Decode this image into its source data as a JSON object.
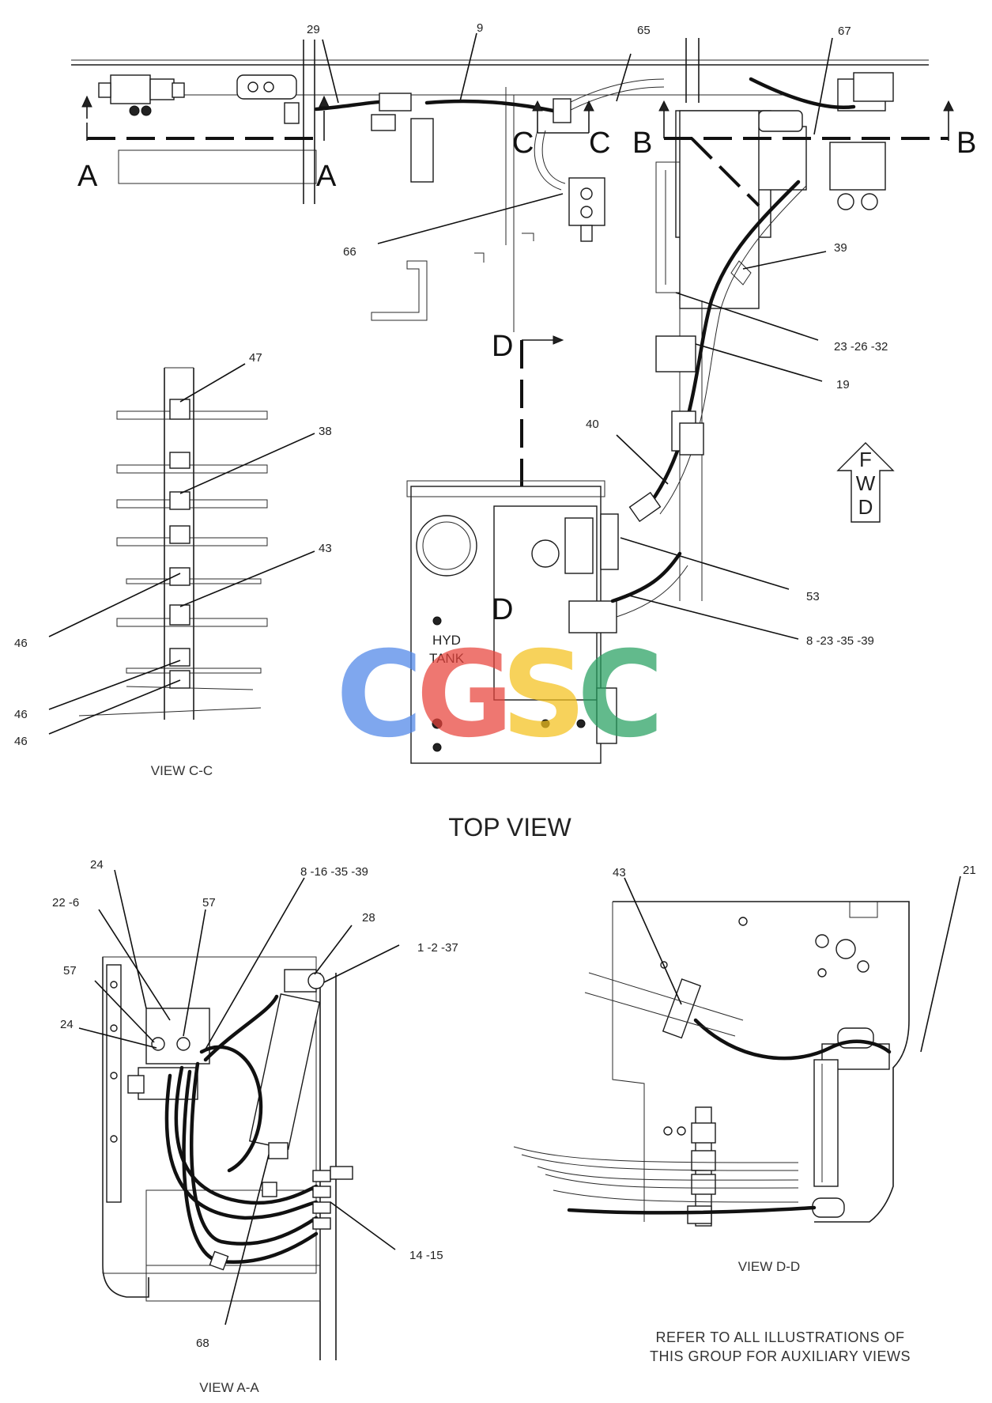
{
  "sections": {
    "a_left": "A",
    "a_right": "A",
    "c_left": "C",
    "c_right": "C",
    "b_left": "B",
    "b_right": "B",
    "d_top": "D",
    "d_bottom": "D"
  },
  "labels": {
    "top_view": "TOP VIEW",
    "view_cc": "VIEW C-C",
    "view_aa": "VIEW A-A",
    "view_dd": "VIEW D-D",
    "hyd_tank_line1": "HYD",
    "hyd_tank_line2": "TANK",
    "fwd_letters": [
      "F",
      "W",
      "D"
    ],
    "note_line1": "REFER TO ALL ILLUSTRATIONS OF",
    "note_line2": "THIS GROUP FOR AUXILIARY VIEWS"
  },
  "callouts": {
    "top": [
      "29",
      "9",
      "65",
      "67",
      "66",
      "39",
      "23 -26 -32",
      "19",
      "40",
      "53",
      "8 -23 -35 -39"
    ],
    "view_cc": [
      "47",
      "38",
      "43",
      "46",
      "46",
      "46"
    ],
    "view_aa": [
      "24",
      "22 -6",
      "57",
      "8 -16 -35 -39",
      "28",
      "1 -2 -37",
      "57",
      "24",
      "14 -15",
      "68"
    ],
    "view_dd": [
      "43",
      "21"
    ]
  },
  "watermark": {
    "letters": [
      "C",
      "G",
      "S",
      "C"
    ],
    "colors": [
      "#4f86e8",
      "#e8433b",
      "#f4c21d",
      "#27a060"
    ]
  }
}
